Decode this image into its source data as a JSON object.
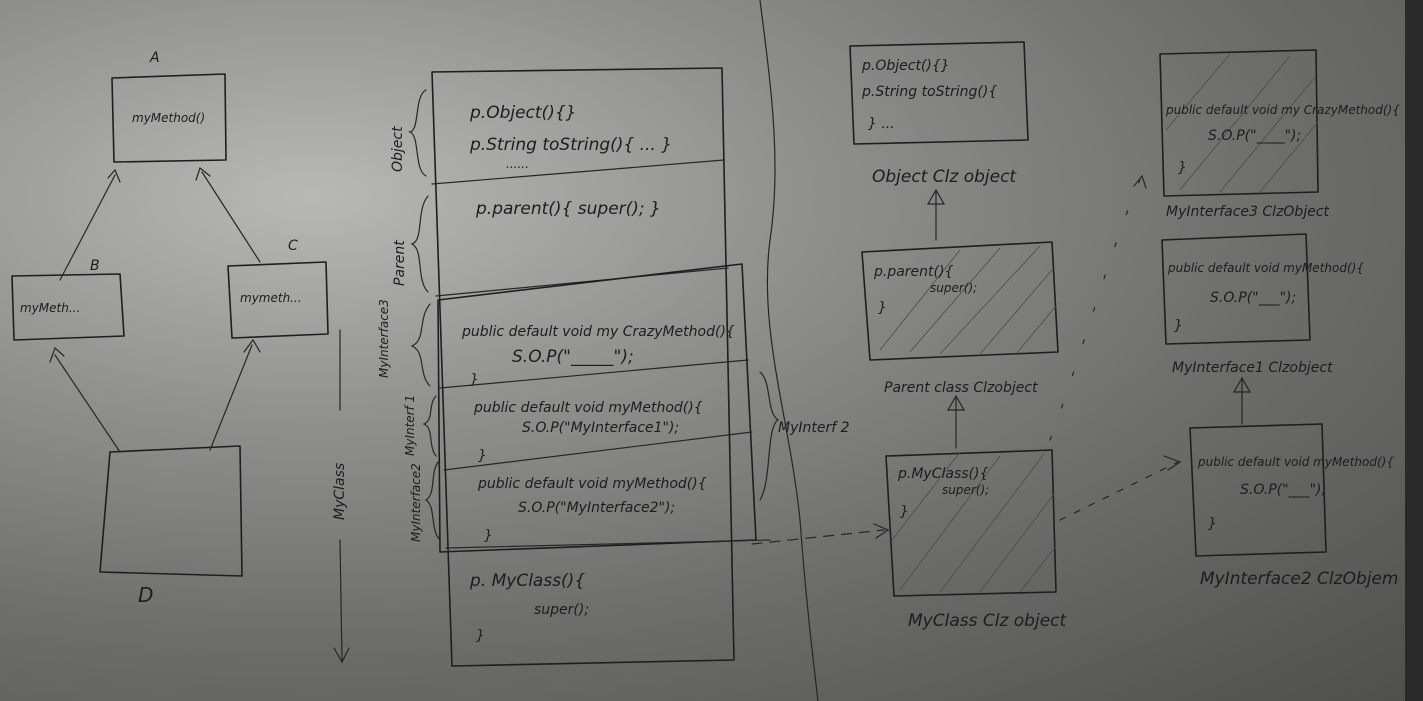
{
  "left_diagram": {
    "label_a": "A",
    "label_b": "B",
    "label_c": "C",
    "label_d": "D",
    "box_a_text": "myMethod()",
    "box_b_text": "myMeth...",
    "box_c_text": "mymeth..."
  },
  "stack": {
    "object_section": [
      "p.Object(){}",
      "p.String toString(){ ... }",
      "......"
    ],
    "parent_section": [
      "p.parent(){ super(); }"
    ],
    "crazy_section": [
      "public default void my CrazyMethod(){",
      "S.O.P(\"_____\");",
      "}"
    ],
    "iface1_section": [
      "public default void myMethod(){",
      "S.O.P(\"MyInterface1\");",
      "}"
    ],
    "iface2_section": [
      "public default void myMethod(){",
      "S.O.P(\"MyInterface2\");",
      "}"
    ],
    "myclass_section": [
      "p. MyClass(){",
      "super();",
      "}"
    ],
    "side_labels": {
      "object": "Object",
      "parent": "Parent",
      "myinterface3": "MyInterface3",
      "myinterface1": "MyInterf 1",
      "myinterface2": "MyInterface2",
      "myinterface2_right": "MyInterf 2",
      "myclass": "MyClass"
    }
  },
  "objects": {
    "object_box": [
      "p.Object(){}",
      "p.String toString(){",
      "} ..."
    ],
    "object_label": "Object Clz object",
    "parent_box": [
      "p.parent(){",
      "super();",
      "}"
    ],
    "parent_label": "Parent class Clzobject",
    "myclass_box": [
      "p.MyClass(){",
      "super();",
      "}"
    ],
    "myclass_label": "MyClass Clz object",
    "iface3_box": [
      "public default void my CrazyMethod(){",
      "S.O.P(\"____\");",
      "}"
    ],
    "iface3_label": "MyInterface3 ClzObject",
    "iface1_box": [
      "public default void myMethod(){",
      "S.O.P(\"___\");",
      "}"
    ],
    "iface1_label": "MyInterface1 Clzobject",
    "iface2_box": [
      "public default void myMethod(){",
      "S.O.P(\"___\");",
      "}"
    ],
    "iface2_label": "MyInterface2 ClzObjem"
  }
}
